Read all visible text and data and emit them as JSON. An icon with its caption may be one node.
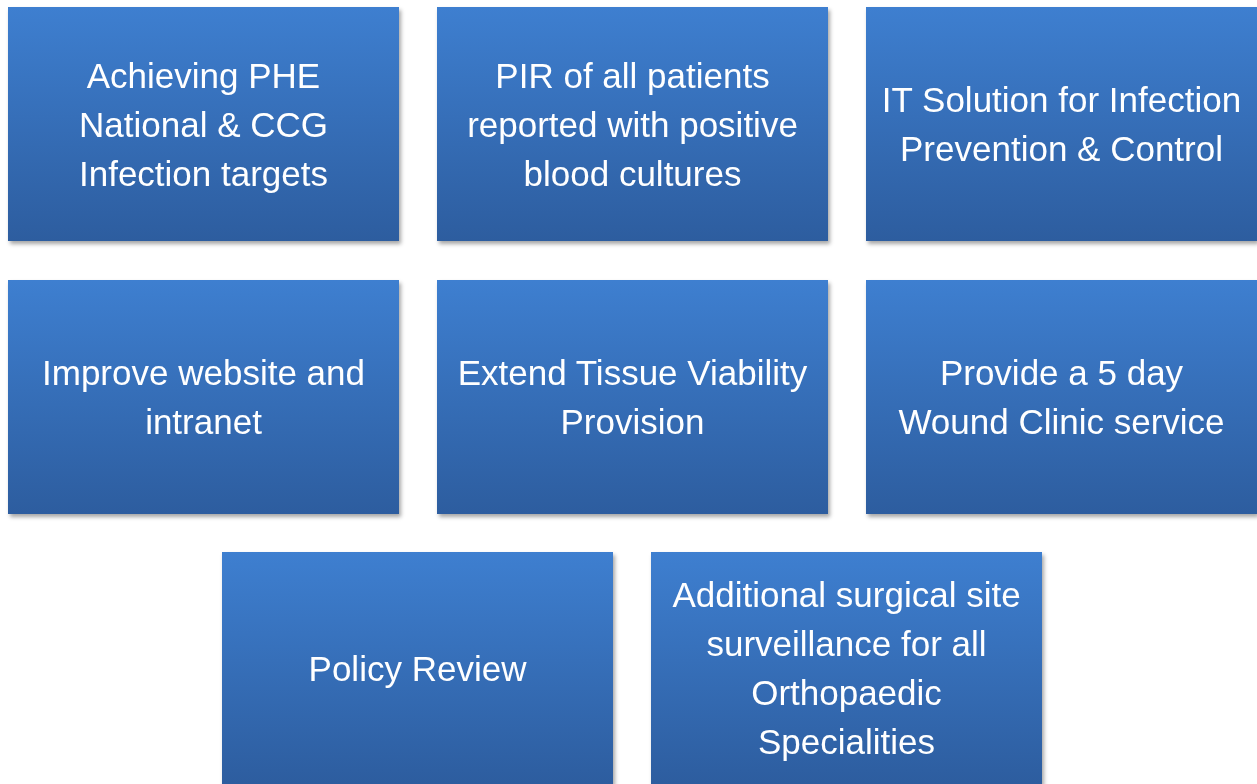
{
  "diagram": {
    "nodes": [
      {
        "text": [
          "Achieving PHE National & CCG Infection targets"
        ]
      },
      {
        "text": [
          "PIR of all patients reported with positive blood cultures"
        ]
      },
      {
        "text": [
          "IT Solution for Infection Prevention & Control"
        ]
      },
      {
        "text": [
          "Improve website and intranet"
        ]
      },
      {
        "text": [
          "Extend Tissue Viability Provision"
        ]
      },
      {
        "text": [
          "Provide a 5 day Wound Clinic service"
        ]
      },
      {
        "text": [
          "Policy Review"
        ]
      },
      {
        "text": [
          "Additional surgical site surveillance for all Orthopaedic Specialities"
        ]
      }
    ]
  }
}
